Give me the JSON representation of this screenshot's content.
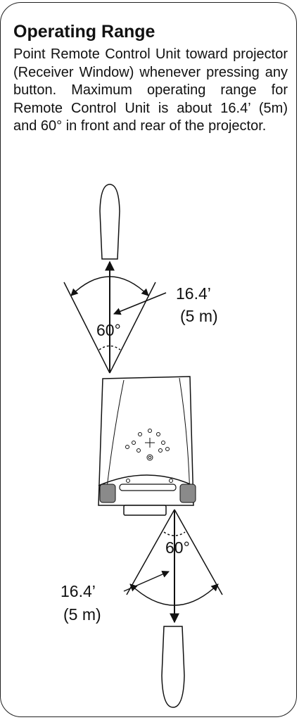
{
  "section": {
    "title": "Operating Range",
    "body": "Point Remote Control Unit toward projector (Receiver Window) whenever pressing any button. Maximum operating range for Remote Control Unit is about 16.4’ (5m) and 60° in front and rear of the projector."
  },
  "diagram": {
    "front": {
      "distance_label": "16.4’",
      "distance_metric": "(5 m)",
      "angle_label": "60°"
    },
    "rear": {
      "distance_label": "16.4’",
      "distance_metric": "(5 m)",
      "angle_label": "60°"
    }
  },
  "colors": {
    "line": "#111111",
    "speaker": "#8a8a8a"
  }
}
